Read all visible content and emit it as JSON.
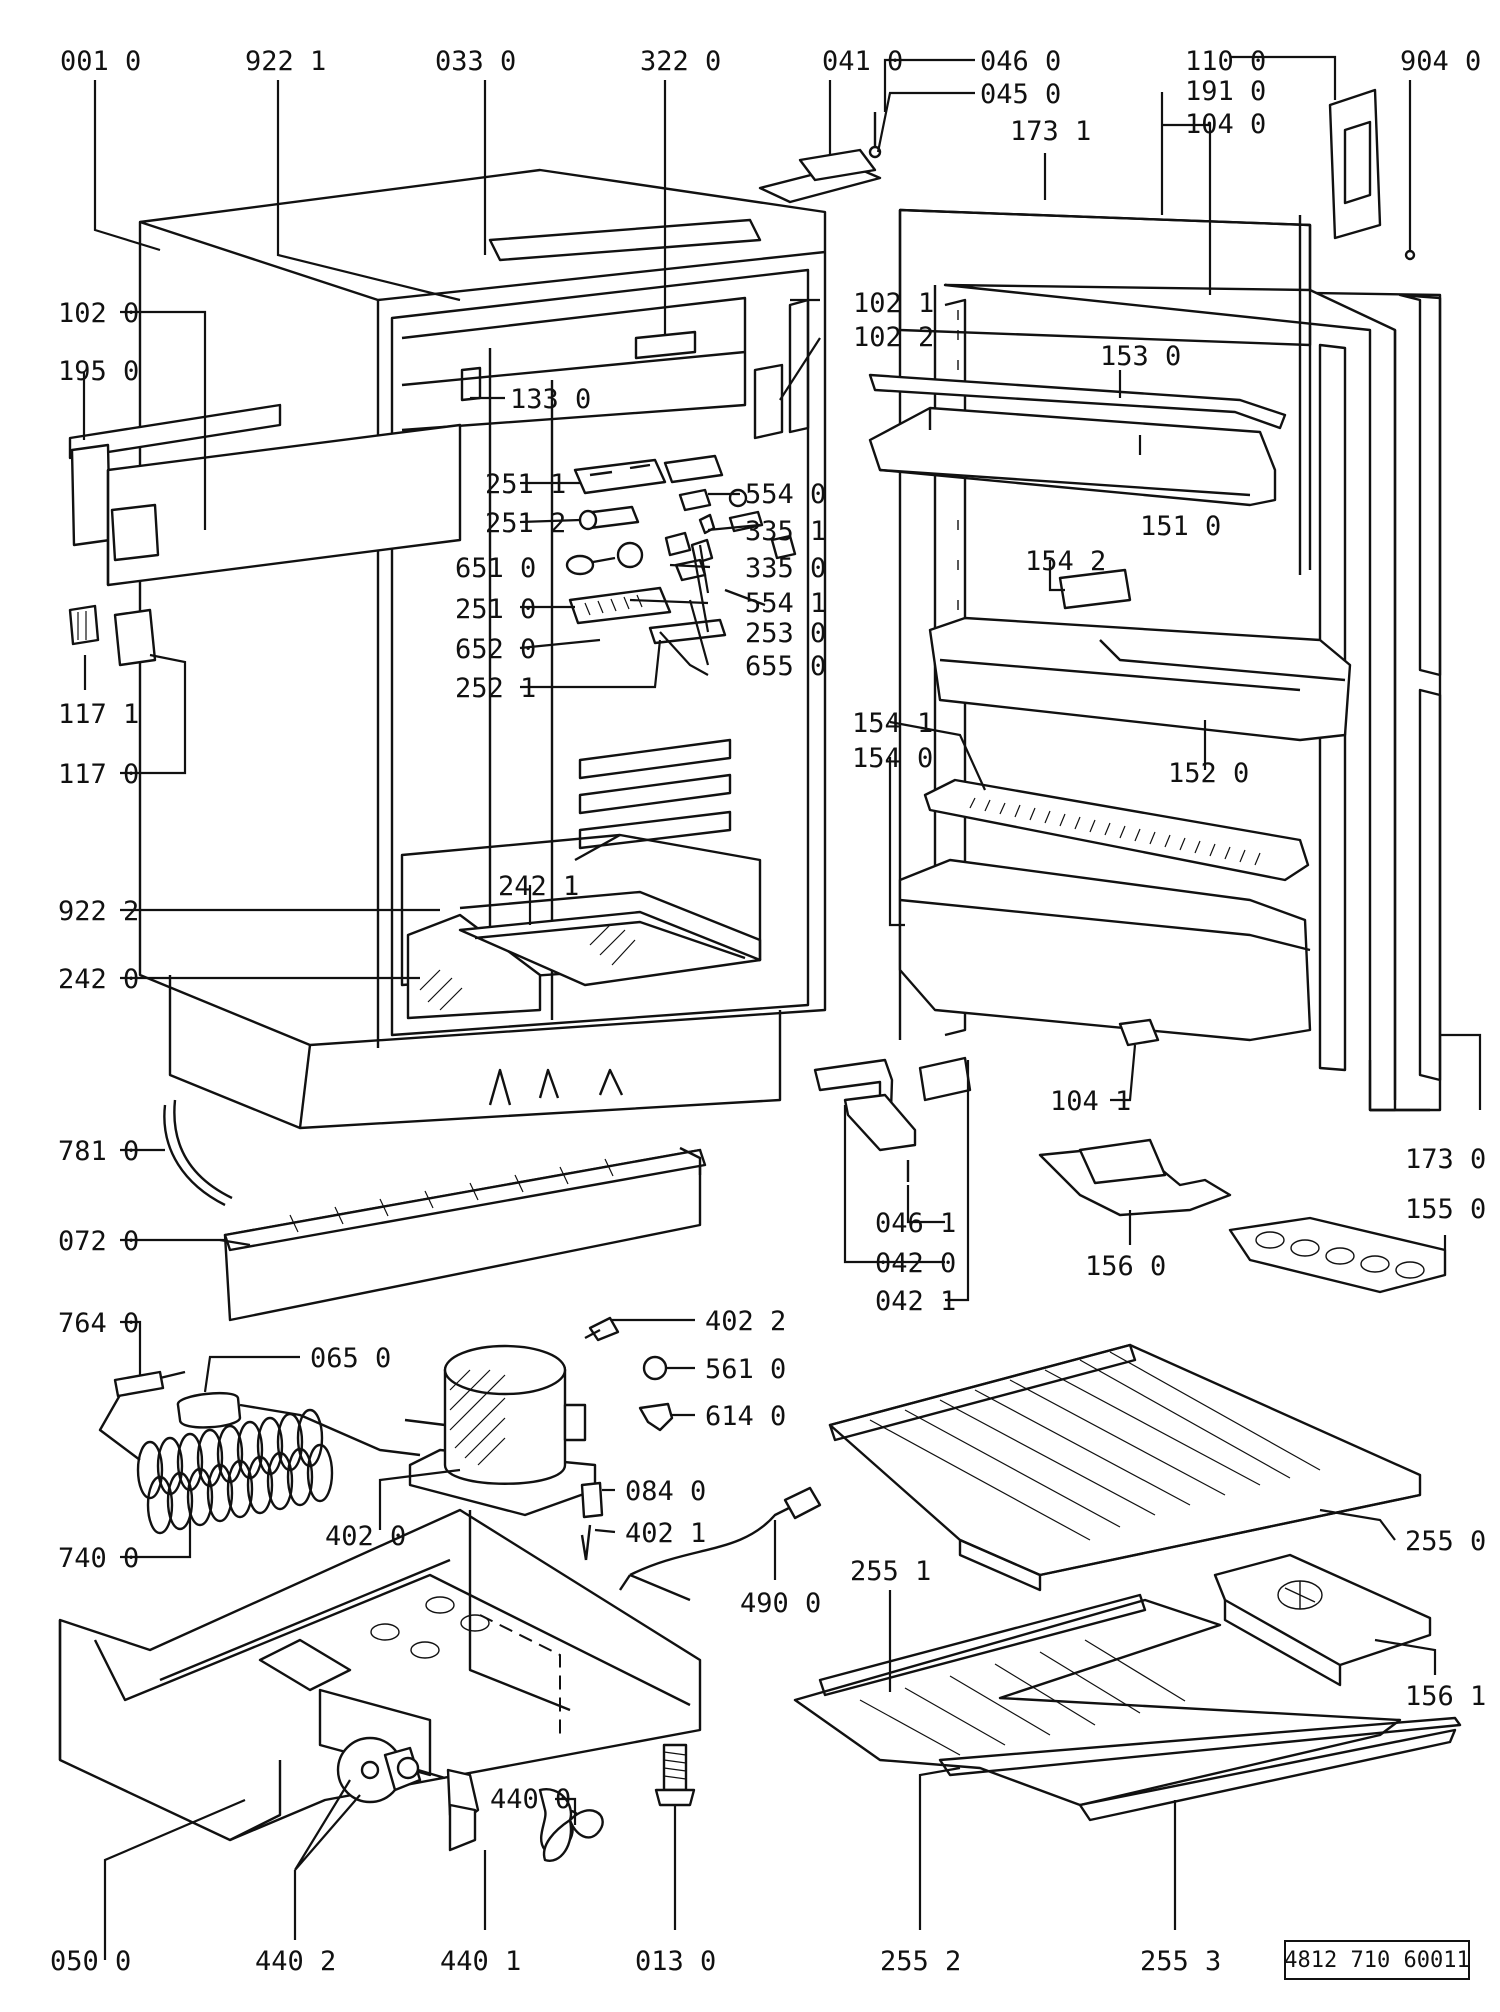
{
  "doc_ref": "4812 710 60011",
  "labels": {
    "l0010": "001 0",
    "l9221": "922 1",
    "l0330": "033 0",
    "l3220": "322 0",
    "l0410": "041 0",
    "l0460": "046 0",
    "l0450": "045 0",
    "l1731": "173 1",
    "l1100": "110 0",
    "l1910": "191 0",
    "l1040": "104 0",
    "l9040": "904 0",
    "l1020": "102 0",
    "l1950": "195 0",
    "l1021": "102 1",
    "l1022": "102 2",
    "l1330": "133 0",
    "l1530": "153 0",
    "l2511": "251 1",
    "l5540": "554 0",
    "l2512": "251 2",
    "l3351": "335 1",
    "l1510": "151 0",
    "l3350": "335 0",
    "l6510": "651 0",
    "l1542": "154 2",
    "l5541": "554 1",
    "l2510": "251 0",
    "l2530": "253 0",
    "l6520": "652 0",
    "l6550": "655 0",
    "l2521": "252 1",
    "l1171": "117 1",
    "l1541": "154 1",
    "l1540": "154 0",
    "l1520": "152 0",
    "l1170": "117 0",
    "l9222": "922 2",
    "l2421": "242 1",
    "l2420": "242 0",
    "l1041": "104 1",
    "l7810": "781 0",
    "l1730": "173 0",
    "l0461": "046 1",
    "l1550": "155 0",
    "l0720": "072 0",
    "l0420": "042 0",
    "l1560": "156 0",
    "l0421": "042 1",
    "l7640": "764 0",
    "l4022": "402 2",
    "l0650": "065 0",
    "l5610": "561 0",
    "l6140": "614 0",
    "l0840": "084 0",
    "l4020": "402 0",
    "l2550": "255 0",
    "l4021": "402 1",
    "l7400": "740 0",
    "l2551": "255 1",
    "l4900": "490 0",
    "l1561": "156 1",
    "l4400": "440 0",
    "l0500": "050 0",
    "l4402": "440 2",
    "l4401": "440 1",
    "l0130": "013 0",
    "l2552": "255 2",
    "l2553": "255 3"
  }
}
